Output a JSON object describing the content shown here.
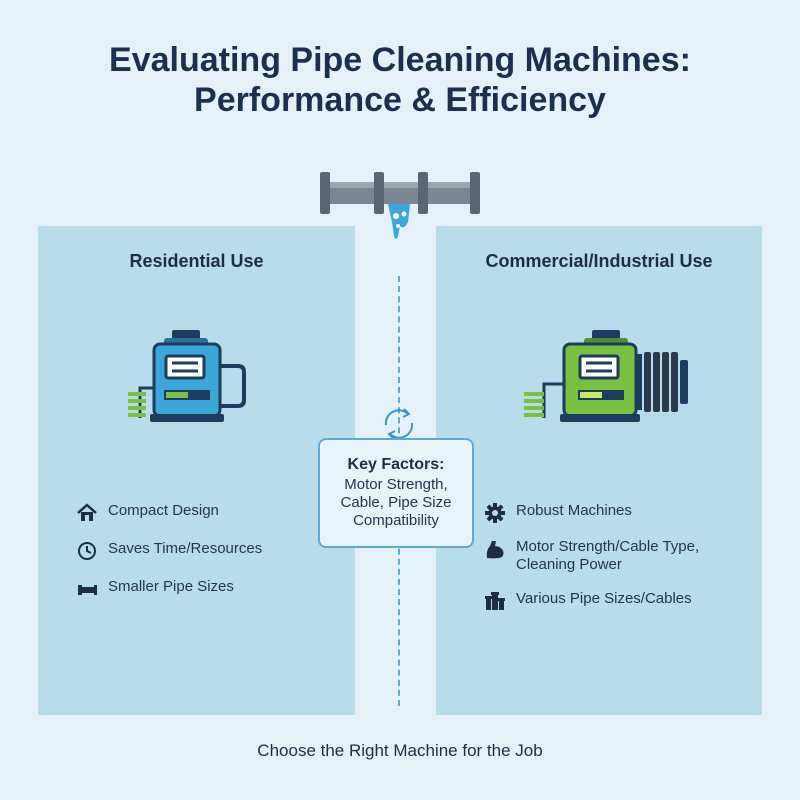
{
  "title": {
    "line1": "Evaluating Pipe Cleaning Machines:",
    "line2": "Performance & Efficiency"
  },
  "residential": {
    "heading": "Residential Use",
    "features": [
      {
        "icon": "house-icon",
        "label": "Compact Design"
      },
      {
        "icon": "clock-icon",
        "label": "Saves Time/Resources"
      },
      {
        "icon": "pipe-icon",
        "label": "Smaller Pipe Sizes"
      }
    ]
  },
  "commercial": {
    "heading": "Commercial/Industrial Use",
    "features": [
      {
        "icon": "gear-icon",
        "label": "Robust Machines"
      },
      {
        "icon": "flexed-arm-icon",
        "label": "Motor Strength/Cable Type,\nCleaning Power"
      },
      {
        "icon": "pipes-bundle-icon",
        "label": "Various Pipe Sizes/Cables"
      }
    ]
  },
  "key_factors": {
    "heading": "Key Factors:",
    "body": "Motor Strength,\nCable, Pipe  Size\nCompatibility"
  },
  "footer": "Choose the Right Machine for the Job",
  "colors": {
    "background": "#e5f1f8",
    "panel": "#b9dceb",
    "residential_machine": "#3aa7d8",
    "commercial_machine": "#7ac143",
    "accent": "#5ea9d3",
    "text": "#1d2d44"
  }
}
